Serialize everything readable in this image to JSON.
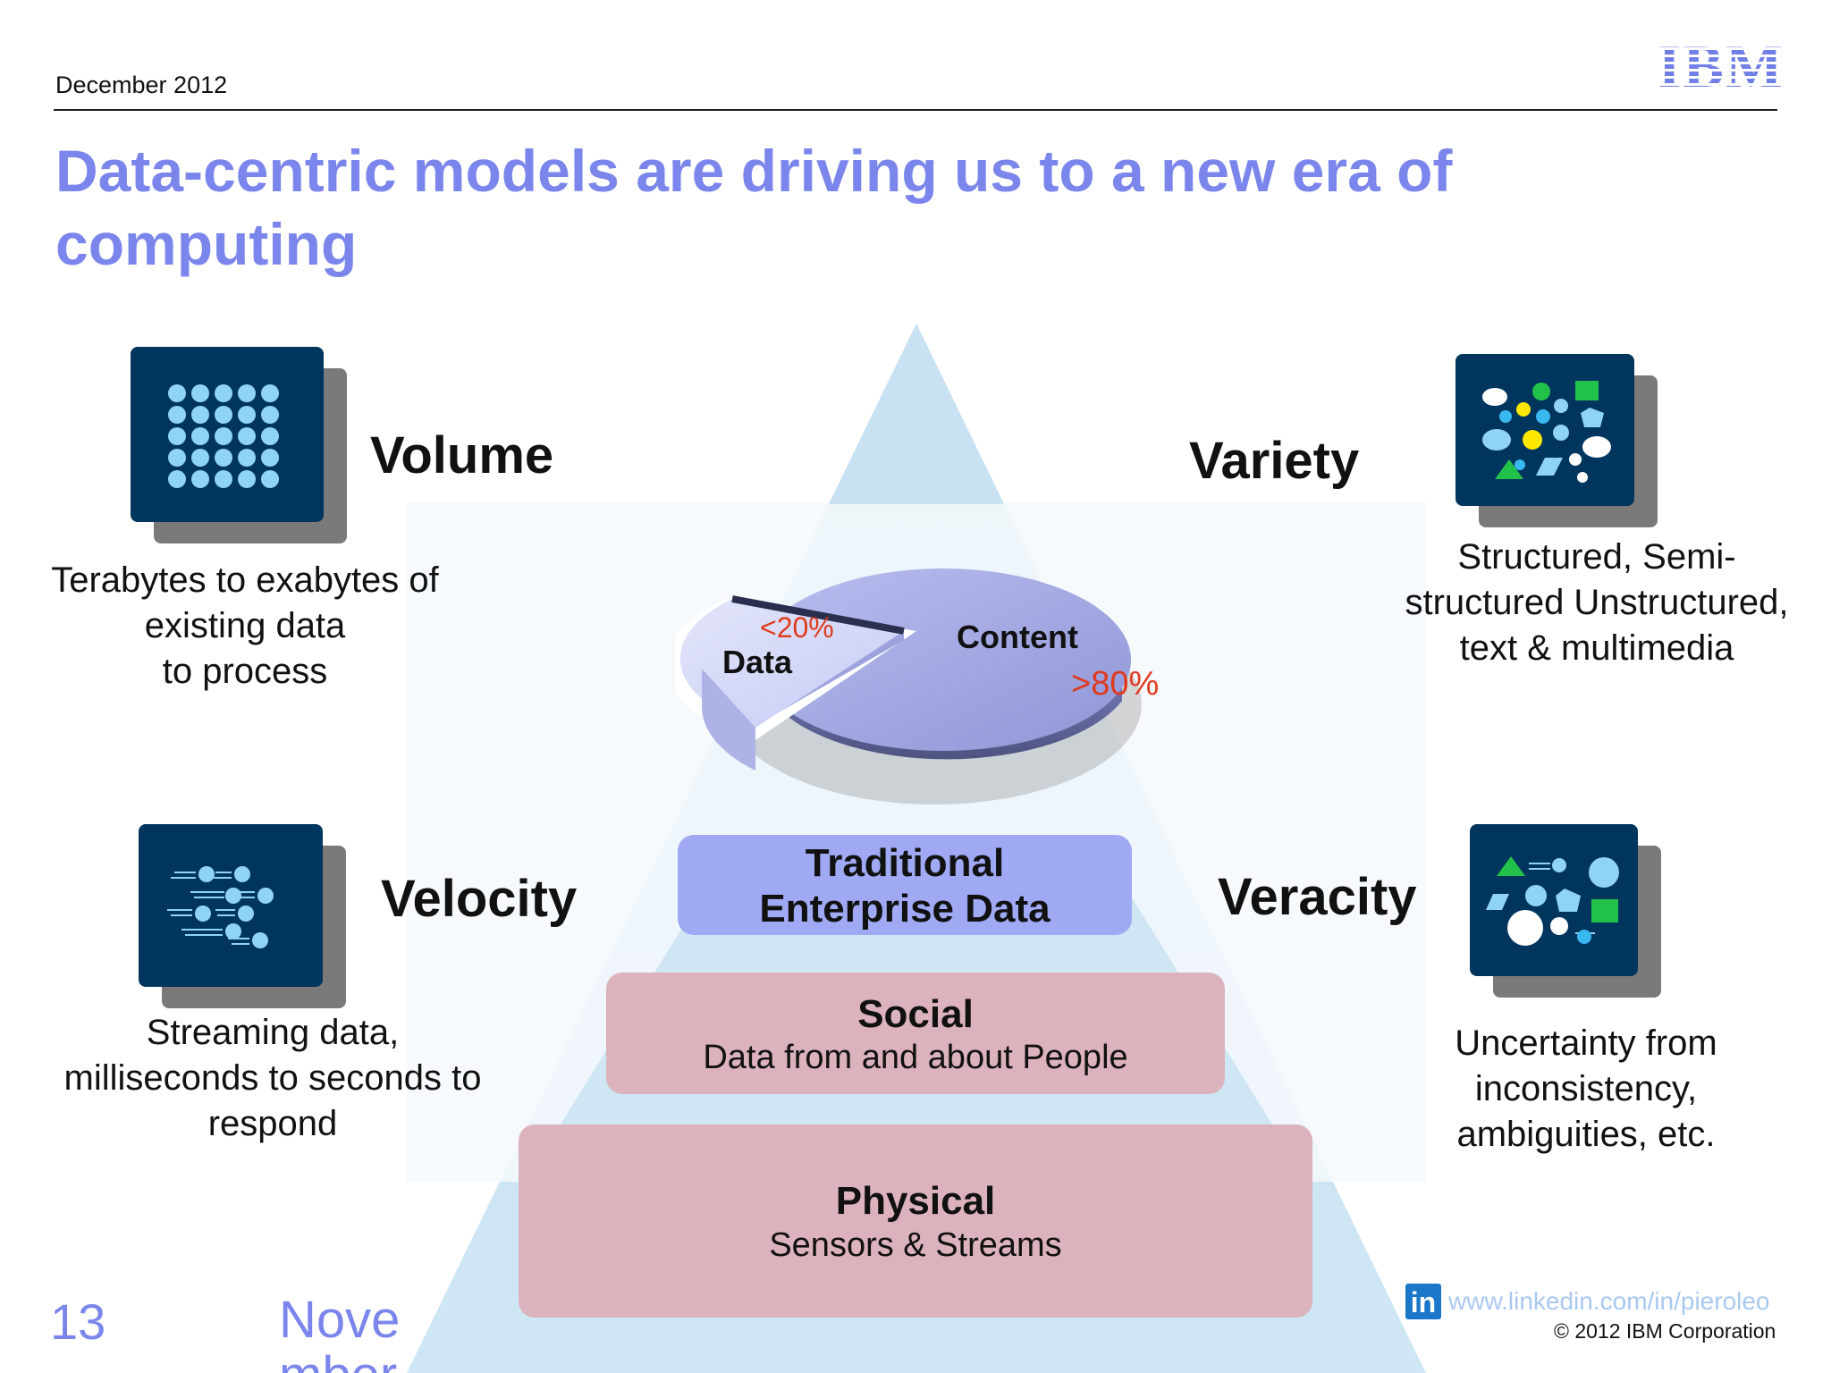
{
  "header": {
    "date": "December  2012",
    "logo": "IBM"
  },
  "title": "Data-centric models are driving us to a new era of computing",
  "quadrants": {
    "volume": {
      "label": "Volume",
      "description": [
        "Terabytes to exabytes of",
        "existing data",
        "to process"
      ]
    },
    "variety": {
      "label": "Variety",
      "description": [
        "Structured, Semi-",
        "structured Unstructured,",
        "text & multimedia"
      ]
    },
    "velocity": {
      "label": "Velocity",
      "description": [
        "Streaming data,",
        "milliseconds to seconds to",
        "respond"
      ]
    },
    "veracity": {
      "label": "Veracity",
      "description": [
        "Uncertainty from",
        "inconsistency,",
        "ambiguities, etc."
      ]
    }
  },
  "pie": {
    "data_label": "Data",
    "data_pct": "<20%",
    "content_label": "Content",
    "content_pct": ">80%"
  },
  "layers": {
    "traditional": {
      "line1": "Traditional",
      "line2": "Enterprise Data"
    },
    "social": {
      "title": "Social",
      "subtitle": "Data from and about People"
    },
    "physical": {
      "title": "Physical",
      "subtitle": "Sensors & Streams"
    }
  },
  "footer": {
    "page_number": "13",
    "nov_text": "Nove\nmber",
    "linkedin_badge": "in",
    "linkedin_url": "www.linkedin.com/in/pieroleo",
    "copyright": "© 2012 IBM Corporation"
  },
  "colors": {
    "title": "#7b86ec",
    "pyramid": "#cde6f5",
    "traditional_layer": "#9fa9f4",
    "social_layer": "#dcb3bc",
    "icon_bg": "#00355e",
    "percent_red": "#e03a1e"
  }
}
